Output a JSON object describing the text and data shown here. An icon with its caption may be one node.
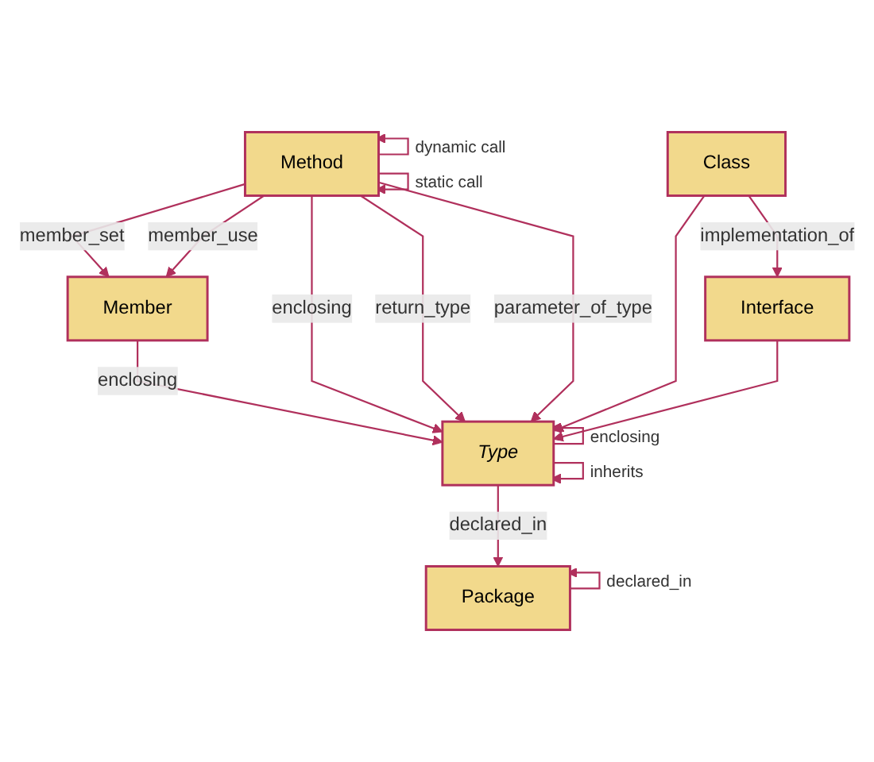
{
  "diagram": {
    "nodes": [
      {
        "text": [
          "Member"
        ]
      },
      {
        "text": [
          "Method"
        ]
      },
      {
        "text": [
          "Package"
        ]
      },
      {
        "text": [
          "Type"
        ]
      },
      {
        "text": [
          "Class"
        ]
      },
      {
        "text": [
          "Interface"
        ]
      }
    ],
    "edges": [
      {
        "from": 1,
        "to": 0,
        "arrow": "to",
        "label": "member_set"
      },
      {
        "from": 1,
        "to": 0,
        "arrow": "to",
        "label": "member_use"
      },
      {
        "from": 1,
        "to": 1,
        "arrow": "to",
        "label": "dynamic call"
      },
      {
        "from": 1,
        "to": 1,
        "arrow": "to",
        "label": "static call"
      },
      {
        "from": 0,
        "to": 3,
        "arrow": "to",
        "label": "enclosing"
      },
      {
        "from": 1,
        "to": 3,
        "arrow": "to",
        "label": "enclosing"
      },
      {
        "from": 1,
        "to": 3,
        "arrow": "to",
        "label": "return_type"
      },
      {
        "from": 1,
        "to": 3,
        "arrow": "to",
        "label": "parameter_of_type"
      },
      {
        "from": 2,
        "to": 2,
        "arrow": "to",
        "label": "declared_in"
      },
      {
        "from": 3,
        "to": 3,
        "arrow": "to",
        "label": "enclosing"
      },
      {
        "from": 3,
        "to": 2,
        "arrow": "to",
        "label": "declared_in"
      },
      {
        "from": 3,
        "to": 3,
        "arrow": "to",
        "label": "inherits"
      },
      {
        "from": 4,
        "to": 3,
        "arrow": "to"
      },
      {
        "from": 5,
        "to": 3,
        "arrow": "to"
      },
      {
        "from": 4,
        "to": 5,
        "arrow": "to",
        "label": "implementation_of"
      }
    ]
  }
}
